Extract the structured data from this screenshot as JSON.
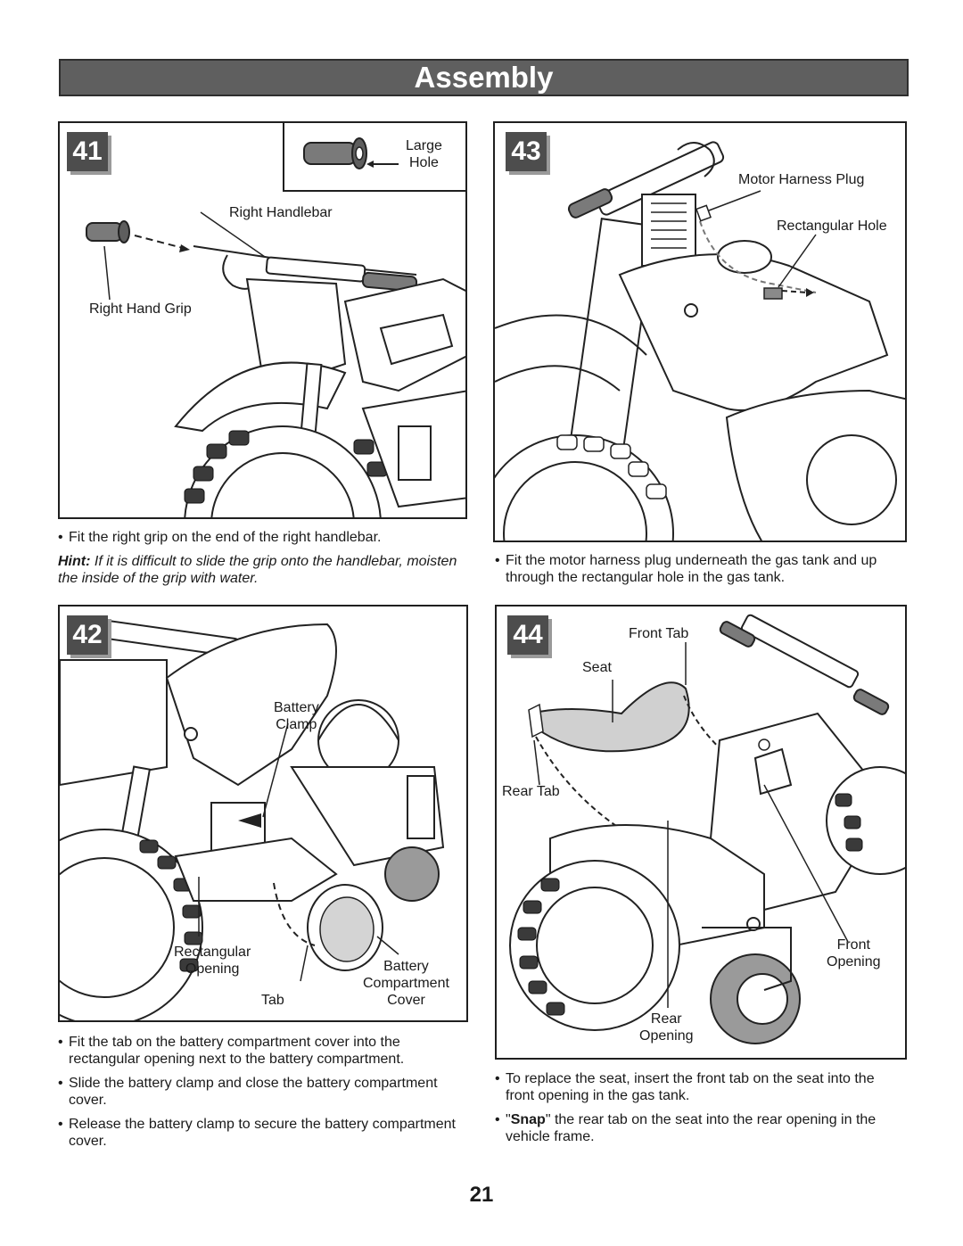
{
  "header": {
    "title": "Assembly"
  },
  "steps": {
    "s41": {
      "number": "41",
      "labels": {
        "large_hole_1": "Large",
        "large_hole_2": "Hole",
        "right_handlebar": "Right Handlebar",
        "right_hand_grip": "Right Hand Grip"
      },
      "instructions": [
        "Fit the right grip on the end of the right handlebar."
      ],
      "hint_label": "Hint:",
      "hint_text": " If it is difficult to slide the grip onto the handlebar, moisten the inside of the grip with water."
    },
    "s42": {
      "number": "42",
      "labels": {
        "battery_clamp_1": "Battery",
        "battery_clamp_2": "Clamp",
        "rect_opening_1": "Rectangular",
        "rect_opening_2": "Opening",
        "tab": "Tab",
        "cover_1": "Battery",
        "cover_2": "Compartment",
        "cover_3": "Cover"
      },
      "instructions": [
        "Fit the tab on the battery compartment cover into the rectangular opening next to the battery compartment.",
        "Slide the battery clamp and close the battery compartment cover.",
        "Release the battery clamp to secure the battery compartment cover."
      ]
    },
    "s43": {
      "number": "43",
      "labels": {
        "motor_harness_plug": "Motor Harness Plug",
        "rectangular_hole": "Rectangular Hole"
      },
      "instructions": [
        "Fit the motor harness plug underneath the gas tank and up through the rectangular hole in the gas tank."
      ]
    },
    "s44": {
      "number": "44",
      "labels": {
        "front_tab": "Front Tab",
        "seat": "Seat",
        "rear_tab": "Rear Tab",
        "front_opening_1": "Front",
        "front_opening_2": "Opening",
        "rear_opening_1": "Rear",
        "rear_opening_2": "Opening"
      },
      "instructions": [
        "To replace the seat, insert the front tab on the seat into the front opening in the gas tank."
      ],
      "snap_word": "Snap",
      "snap_quote_open": "\"",
      "snap_rest": "\" the rear tab on the seat into the rear opening in the vehicle frame."
    }
  },
  "page_number": "21"
}
